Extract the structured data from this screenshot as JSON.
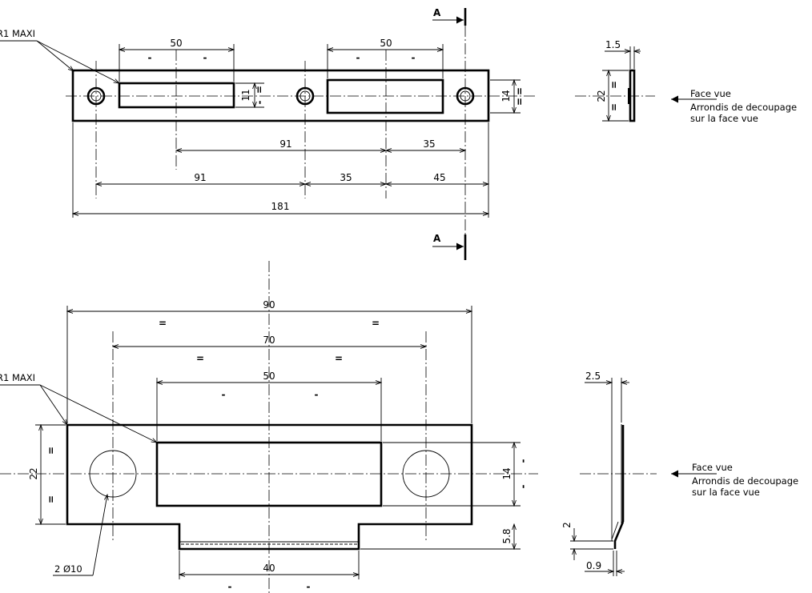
{
  "labels": {
    "r1_maxi": "R1 MAXI",
    "section_a": "A",
    "face_vue": "Face vue",
    "arrondis_line1": "Arrondis de decoupage",
    "arrondis_line2": "sur la face vue",
    "eq": "=",
    "dash": "-",
    "holes": "2 Ø10"
  },
  "top_view": {
    "dims": {
      "slot_left_width": "50",
      "slot_right_width": "50",
      "slot_height": "11",
      "plate_height": "14",
      "row1_a": "91",
      "row1_b": "35",
      "row2_a": "91",
      "row2_b": "35",
      "row2_c": "45",
      "overall": "181"
    },
    "side": {
      "thickness": "1.5",
      "height": "22"
    }
  },
  "bottom_view": {
    "dims": {
      "overall": "90",
      "holes_spacing": "70",
      "slot_width": "50",
      "height": "22",
      "slot_height": "14",
      "tab_height": "5.8",
      "tab_width": "40"
    },
    "side": {
      "offset": "2.5",
      "bend": "2",
      "thickness": "0.9"
    }
  }
}
